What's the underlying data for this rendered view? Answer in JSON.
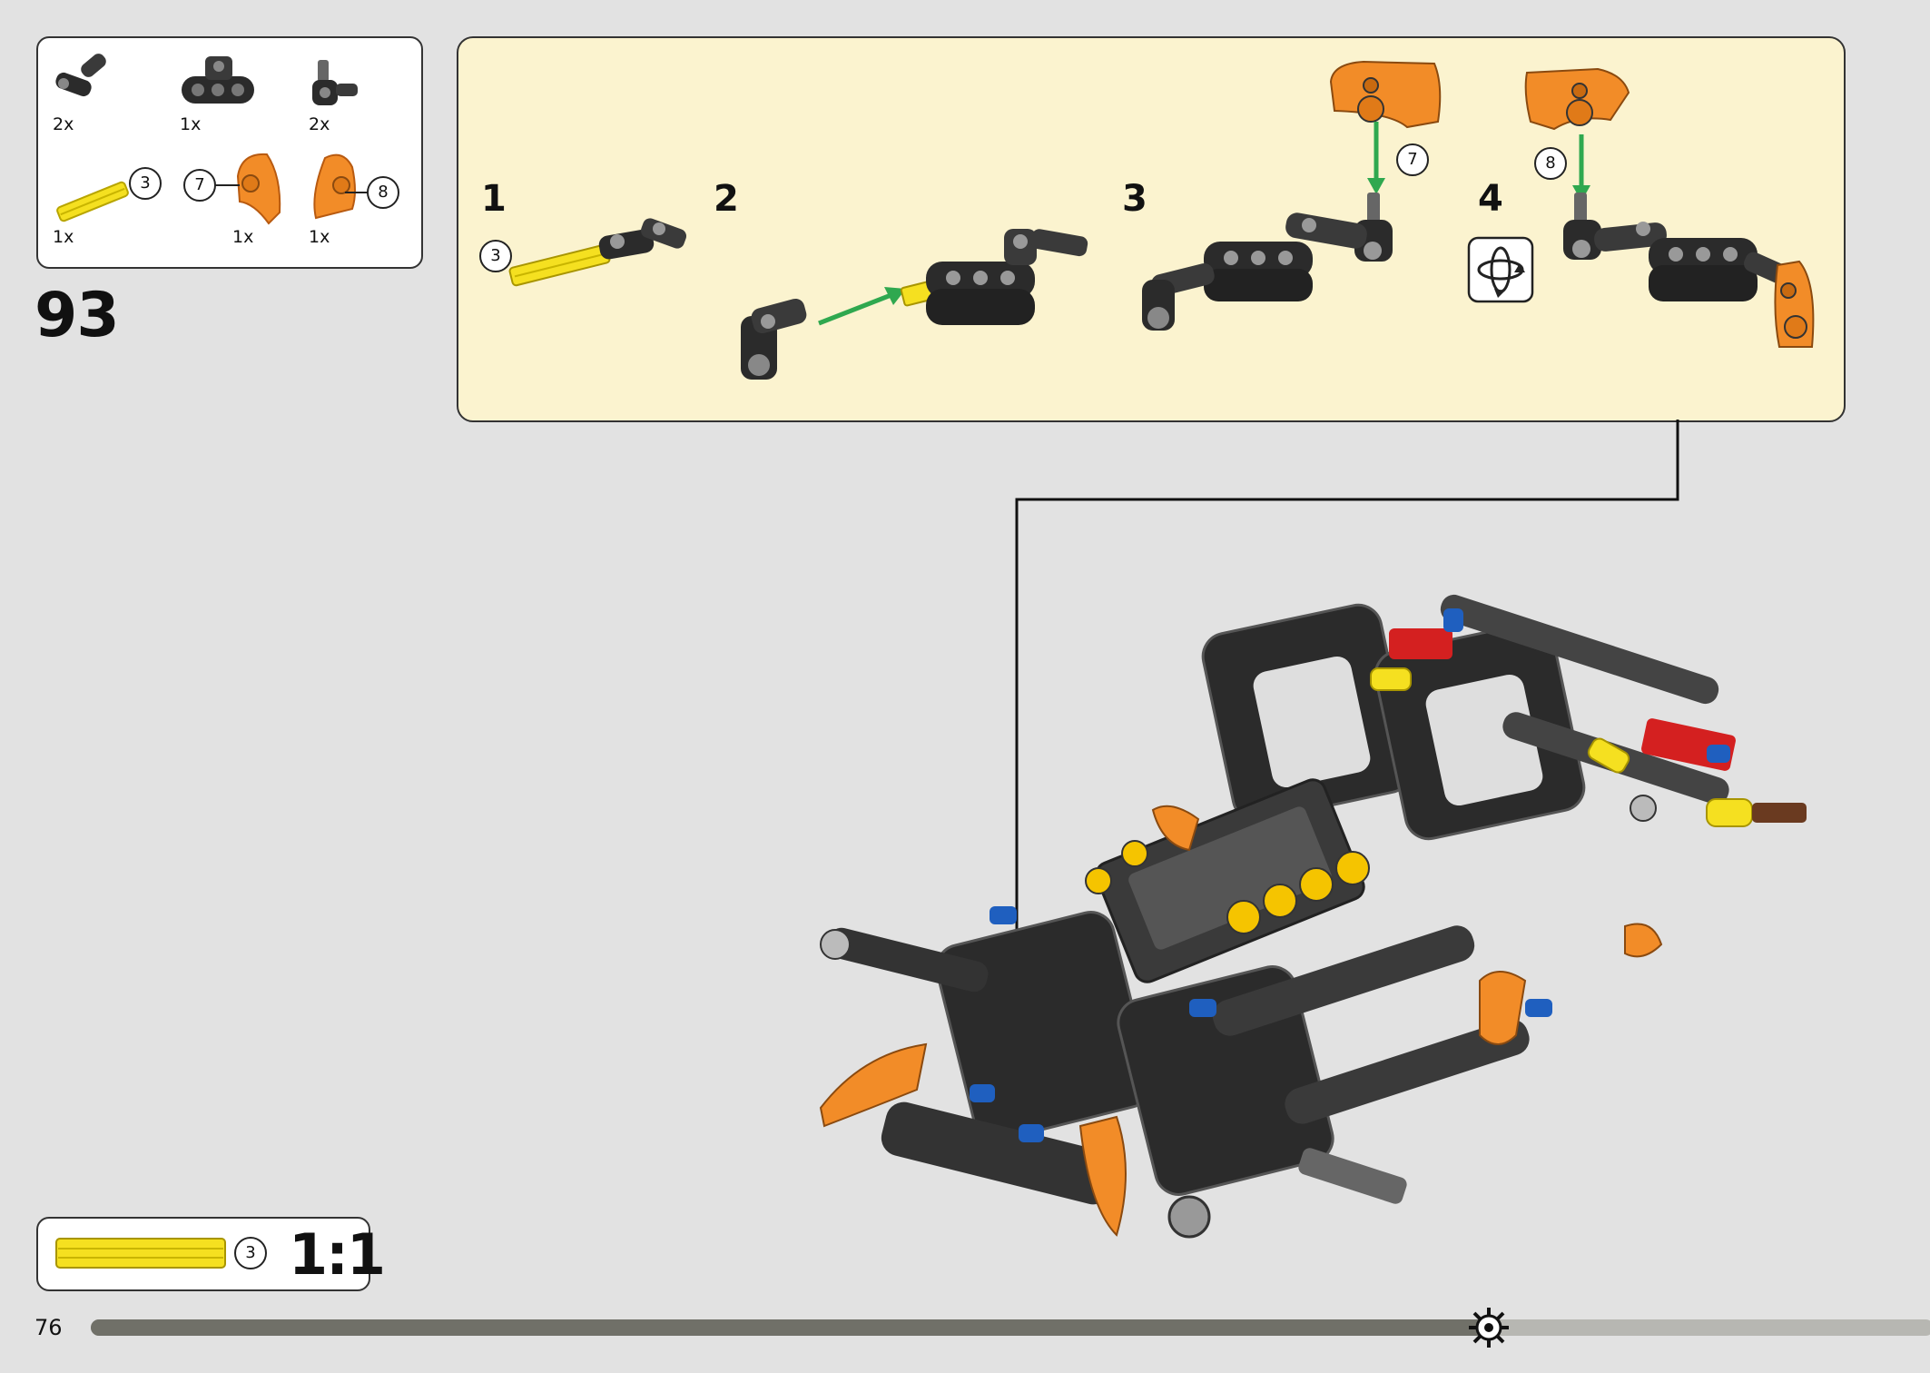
{
  "colors": {
    "background": "#e2e2e2",
    "subassembly_bg": "#fbf3cf",
    "arrow_green": "#2fa84f",
    "lego_black": "#2b2b2b",
    "lego_orange": "#f28c28",
    "lego_yellow": "#f5e020",
    "lego_red": "#d42020",
    "lego_blue": "#1f5fbf"
  },
  "parts_list": {
    "items": [
      {
        "qty": "2x",
        "icon": "black-angle-connector-icon"
      },
      {
        "qty": "1x",
        "icon": "black-beam-connector-icon"
      },
      {
        "qty": "2x",
        "icon": "black-pin-connector-icon"
      },
      {
        "qty": "1x",
        "icon": "yellow-axle-icon",
        "callout": "3"
      },
      {
        "qty": "1x",
        "icon": "orange-panel-left-icon",
        "callout": "7"
      },
      {
        "qty": "1x",
        "icon": "orange-panel-right-icon",
        "callout": "8"
      }
    ]
  },
  "step_number": "93",
  "subassembly": {
    "steps": [
      {
        "label": "1",
        "callout": "3"
      },
      {
        "label": "2"
      },
      {
        "label": "3",
        "callout": "7"
      },
      {
        "label": "4",
        "callout": "8"
      }
    ],
    "rotate_icon": "rotate-model-icon"
  },
  "scale_box": {
    "callout": "3",
    "scale": "1:1"
  },
  "page_number": "76",
  "progress": {
    "fraction": 0.76
  }
}
